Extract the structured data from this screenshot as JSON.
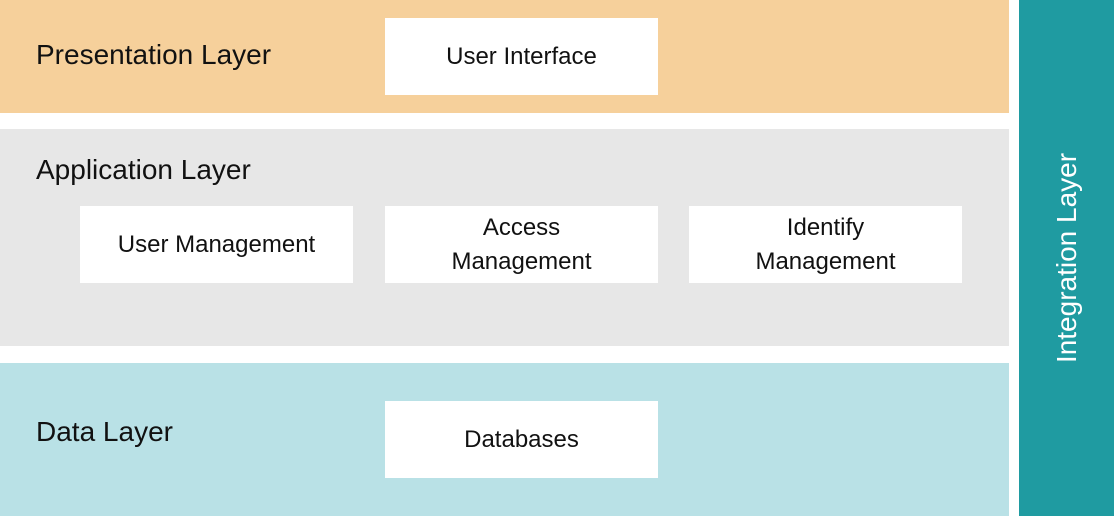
{
  "colors": {
    "presentation": "#f6d09b",
    "application": "#e7e7e7",
    "data": "#b9e1e6",
    "integration": "#1f9ba1",
    "box": "#ffffff"
  },
  "presentation_layer": {
    "title": "Presentation Layer",
    "components": [
      "User Interface"
    ]
  },
  "application_layer": {
    "title": "Application Layer",
    "components": [
      "User Management",
      "Access Management",
      "Identify Management"
    ]
  },
  "data_layer": {
    "title": "Data Layer",
    "components": [
      "Databases"
    ]
  },
  "integration_layer": {
    "title": "Integration Layer"
  }
}
